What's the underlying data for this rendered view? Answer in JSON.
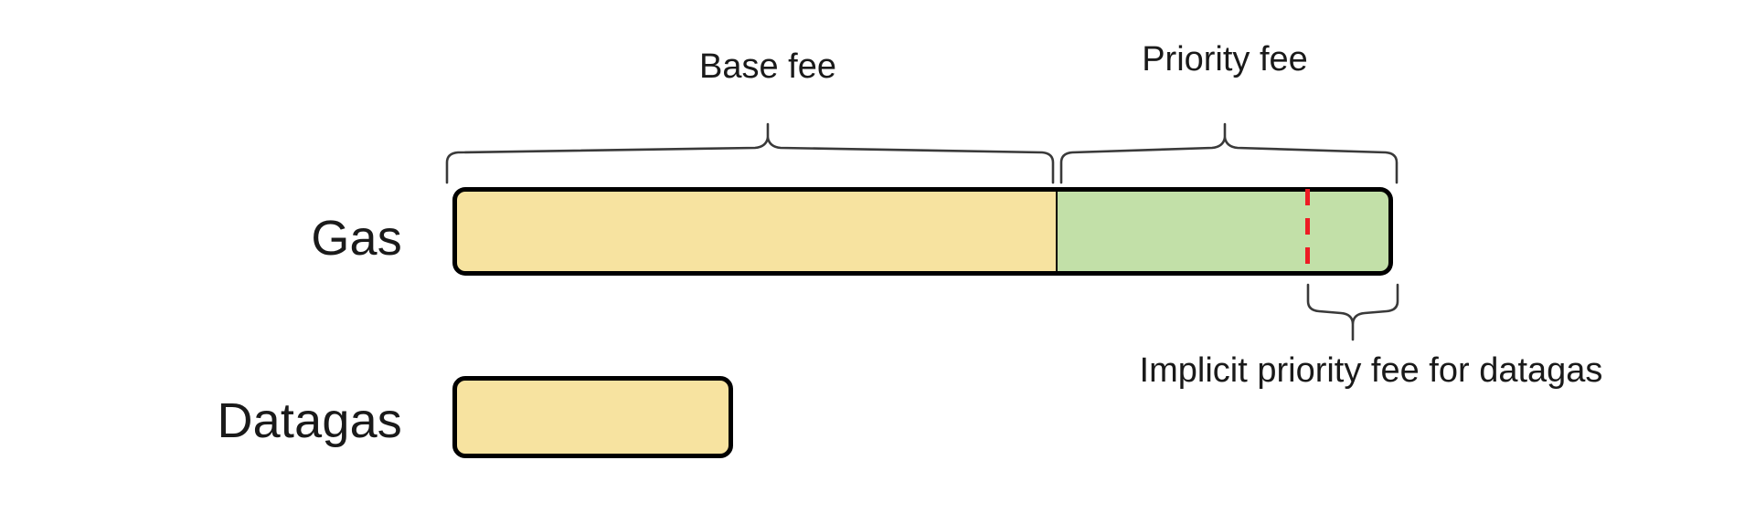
{
  "diagram": {
    "title_text": "",
    "rows": [
      {
        "label": "Gas"
      },
      {
        "label": "Datagas"
      }
    ],
    "braces": {
      "base_fee": {
        "label": "Base fee"
      },
      "priority_fee": {
        "label": "Priority fee"
      },
      "implicit": {
        "label": "Implicit priority fee for datagas"
      }
    },
    "segments": {
      "base_fee": {
        "name": "base-fee-segment",
        "color": "#F7E3A0"
      },
      "priority_fee": {
        "name": "priority-fee-segment",
        "color": "#C2E0A8"
      },
      "datagas": {
        "name": "datagas-segment",
        "color": "#F7E3A0"
      }
    },
    "divider": {
      "name": "red-dashed-divider",
      "color": "#ED1C24",
      "style": "dashed"
    },
    "outline_color": "#000000",
    "background_color": "#FFFFFF"
  },
  "chart_data": {
    "type": "bar",
    "title": "",
    "xlabel": "",
    "ylabel": "",
    "categories": [
      "Gas",
      "Datagas"
    ],
    "series": [
      {
        "name": "Base fee",
        "values": [
          662,
          307
        ],
        "color": "#F7E3A0"
      },
      {
        "name": "Priority fee",
        "values": [
          369,
          0
        ],
        "color": "#C2E0A8"
      }
    ],
    "annotations": [
      {
        "text": "Base fee",
        "type": "brace",
        "span": [
          495,
          1157
        ]
      },
      {
        "text": "Priority fee",
        "type": "brace",
        "span": [
          1157,
          1524
        ]
      },
      {
        "text": "Implicit priority fee for datagas",
        "type": "brace",
        "span": [
          1430,
          1524
        ]
      },
      {
        "text": "",
        "type": "dashed-line",
        "at": 1430,
        "color": "#ED1C24"
      }
    ],
    "grid": false,
    "legend": "none"
  }
}
